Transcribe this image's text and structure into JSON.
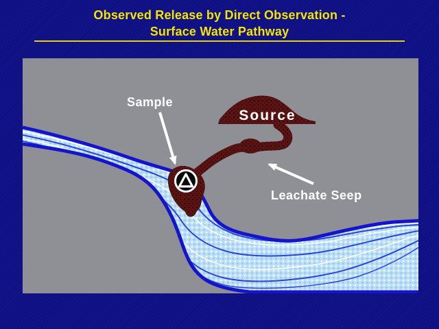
{
  "slide": {
    "title_lines": [
      "Observed Release by Direct Observation -",
      "Surface Water Pathway"
    ]
  },
  "diagram": {
    "sample_label": "Sample",
    "source_label": "Source",
    "leachate_seep_label": "Leachate Seep",
    "marker": "sample-point-triangle-in-circle"
  },
  "colors": {
    "slide_background": "#101088",
    "title_yellow": "#F4E600",
    "panel_gray": "#8F8F96",
    "river_fill_light_blue": "#B9DEF6",
    "river_border_blue": "#1414CC",
    "streamline_blue": "#2B44D2",
    "contaminant_maroon": "#5A1414",
    "label_white": "#FFFFFF",
    "marker_black": "#0A0A0A"
  }
}
